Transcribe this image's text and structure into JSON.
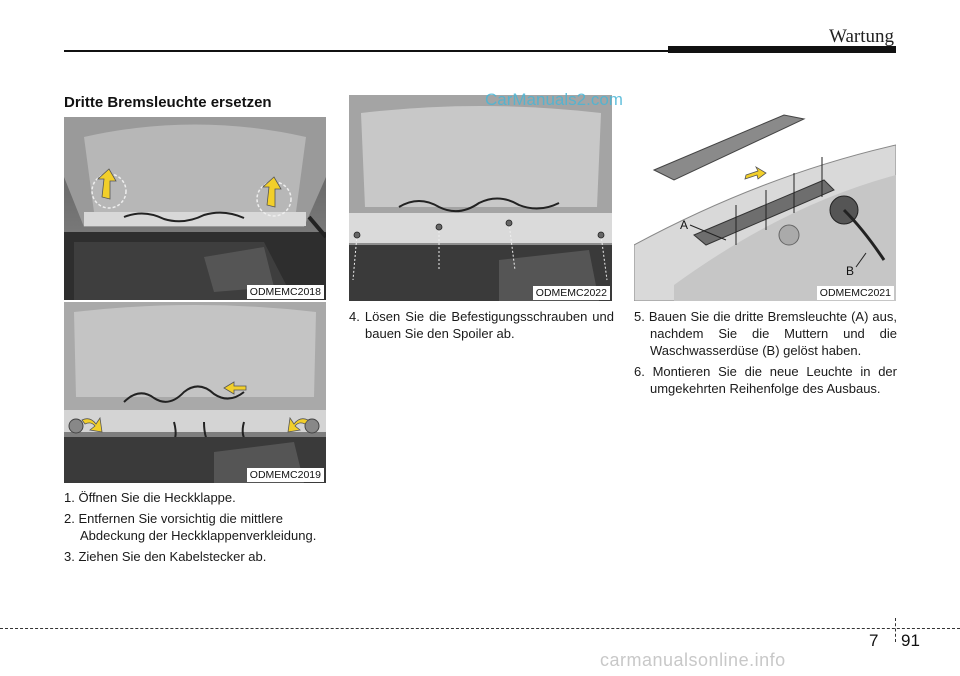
{
  "header": {
    "title": "Wartung"
  },
  "section": {
    "heading": "Dritte Bremsleuchte ersetzen"
  },
  "figures": [
    {
      "code": "ODMEMC2018"
    },
    {
      "code": "ODMEMC2019"
    },
    {
      "code": "ODMEMC2022"
    },
    {
      "code": "ODMEMC2021",
      "label_a": "A",
      "label_b": "B"
    }
  ],
  "watermark": "CarManuals2.com",
  "steps_left": [
    "1. Öffnen Sie die Heckklappe.",
    "2. Entfernen Sie vorsichtig die mittlere Abdeckung der Heckklappenverkleidung.",
    "3. Ziehen Sie den Kabelstecker ab."
  ],
  "steps_mid": [
    "4. Lösen Sie die Befestigungsschrauben und bauen Sie den Spoiler ab."
  ],
  "steps_right": [
    "5. Bauen Sie die dritte Bremsleuchte (A) aus, nachdem Sie die Muttern und die Waschwasserdüse (B) gelöst haben.",
    "6. Montieren Sie die neue Leuchte in der umgekehrten Reihenfolge des Ausbaus."
  ],
  "footer": {
    "chapter": "7",
    "page": "91"
  },
  "bottom_watermark": "carmanualsonline.info",
  "colors": {
    "arrow": "#f2cf2a",
    "accent_text": "#49b6d6"
  }
}
